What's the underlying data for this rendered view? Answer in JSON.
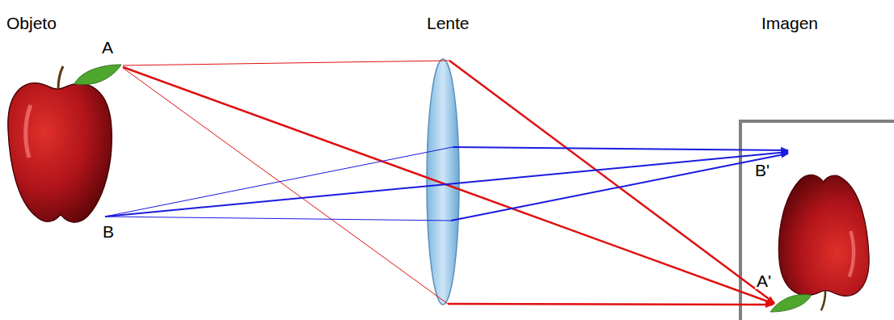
{
  "diagram": {
    "labels": [
      "Objeto",
      "Lente",
      "Imagen",
      "A",
      "B",
      "B'",
      "A'"
    ]
  }
}
